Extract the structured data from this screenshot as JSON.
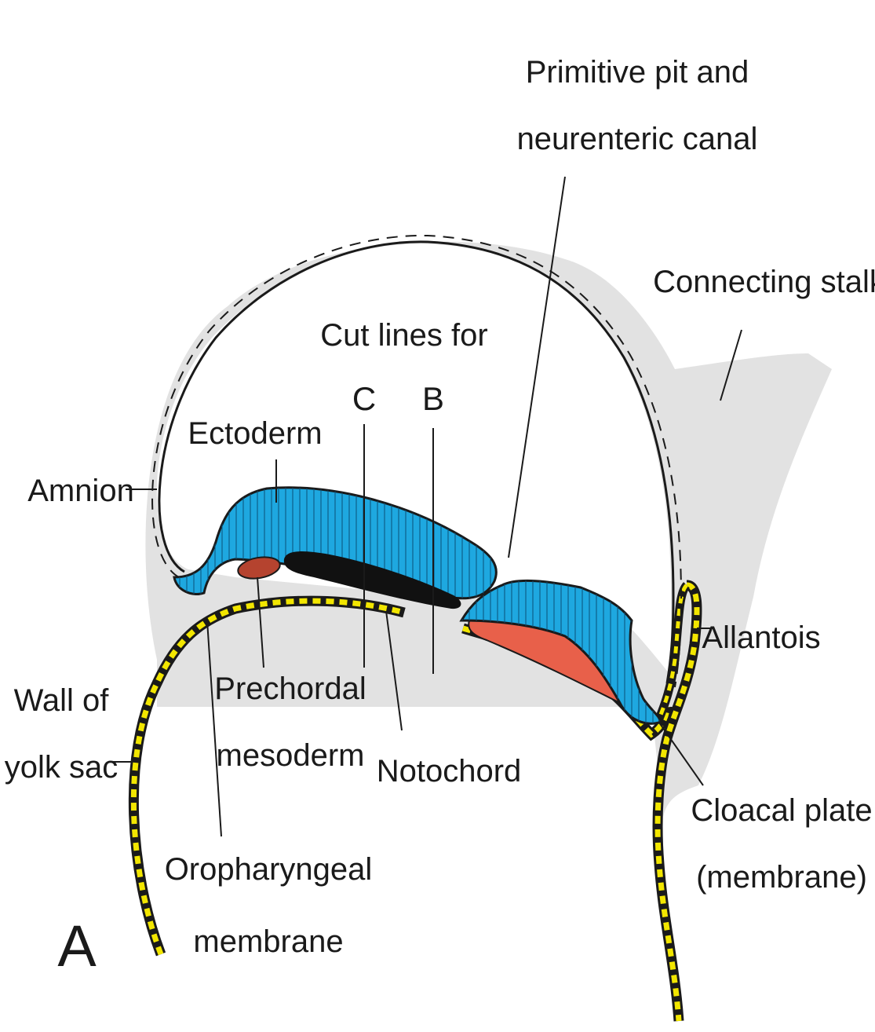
{
  "panel_letter": "A",
  "labels": {
    "primitive_pit_line1": "Primitive pit and",
    "primitive_pit_line2": "neurenteric canal",
    "connecting_stalk": "Connecting stalk",
    "cut_lines_for": "Cut lines for",
    "cut_c": "C",
    "cut_b": "B",
    "ectoderm": "Ectoderm",
    "amnion": "Amnion",
    "allantois": "Allantois",
    "wall_line1": "Wall of",
    "wall_line2": "yolk sac",
    "prechordal_line1": "Prechordal",
    "prechordal_line2": "mesoderm",
    "notochord": "Notochord",
    "cloacal_line1": "Cloacal plate",
    "cloacal_line2": "(membrane)",
    "oro_line1": "Oropharyngeal",
    "oro_line2": "membrane"
  },
  "colors": {
    "ectoderm": "#1ea8e0",
    "mesoderm": "#e8604a",
    "prechordal": "#b5432f",
    "notochord": "#111111",
    "endoderm": "#f2e600",
    "stalk_shading": "#e2e2e2"
  }
}
